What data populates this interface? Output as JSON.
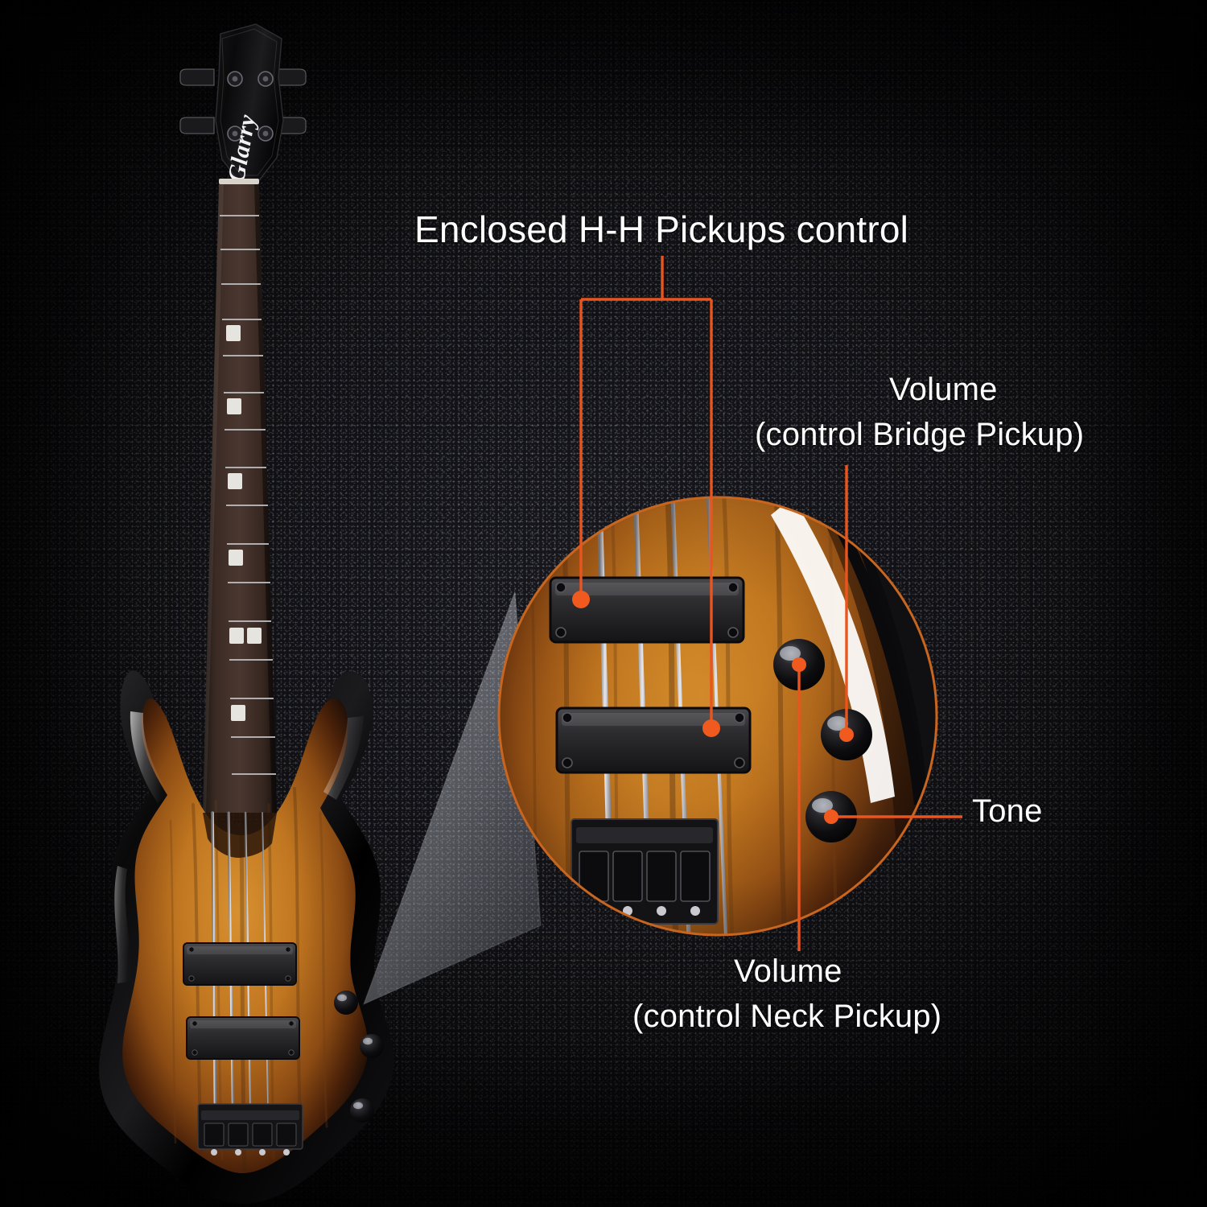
{
  "image": {
    "subject": "Glarry electric bass guitar control-layout infographic",
    "brand_logo_text": "Glarry",
    "background_color": "#17171c",
    "accent_color": "#e8551f",
    "label_color": "#fdfdfd"
  },
  "annotations": {
    "title": "Enclosed H-H Pickups control",
    "volume_bridge_line1": "Volume",
    "volume_bridge_line2": "(control Bridge Pickup)",
    "tone": "Tone",
    "volume_neck_line1": "Volume",
    "volume_neck_line2": "(control Neck Pickup)"
  },
  "callouts": [
    {
      "id": "pickups",
      "label": "Enclosed H-H Pickups control",
      "targets": [
        "neck-pickup",
        "bridge-pickup"
      ]
    },
    {
      "id": "volume-bridge",
      "label": "Volume (control Bridge Pickup)",
      "targets": [
        "knob-middle"
      ]
    },
    {
      "id": "tone",
      "label": "Tone",
      "targets": [
        "knob-lower"
      ]
    },
    {
      "id": "volume-neck",
      "label": "Volume (control Neck Pickup)",
      "targets": [
        "knob-upper"
      ]
    }
  ],
  "guitar": {
    "headstock_logo": "Glarry",
    "body_finish": "tobacco sunburst",
    "string_count": 4,
    "pickup_count": 2,
    "knob_count": 3,
    "fret_marker_positions": [
      3,
      5,
      7,
      9,
      12,
      15
    ]
  }
}
